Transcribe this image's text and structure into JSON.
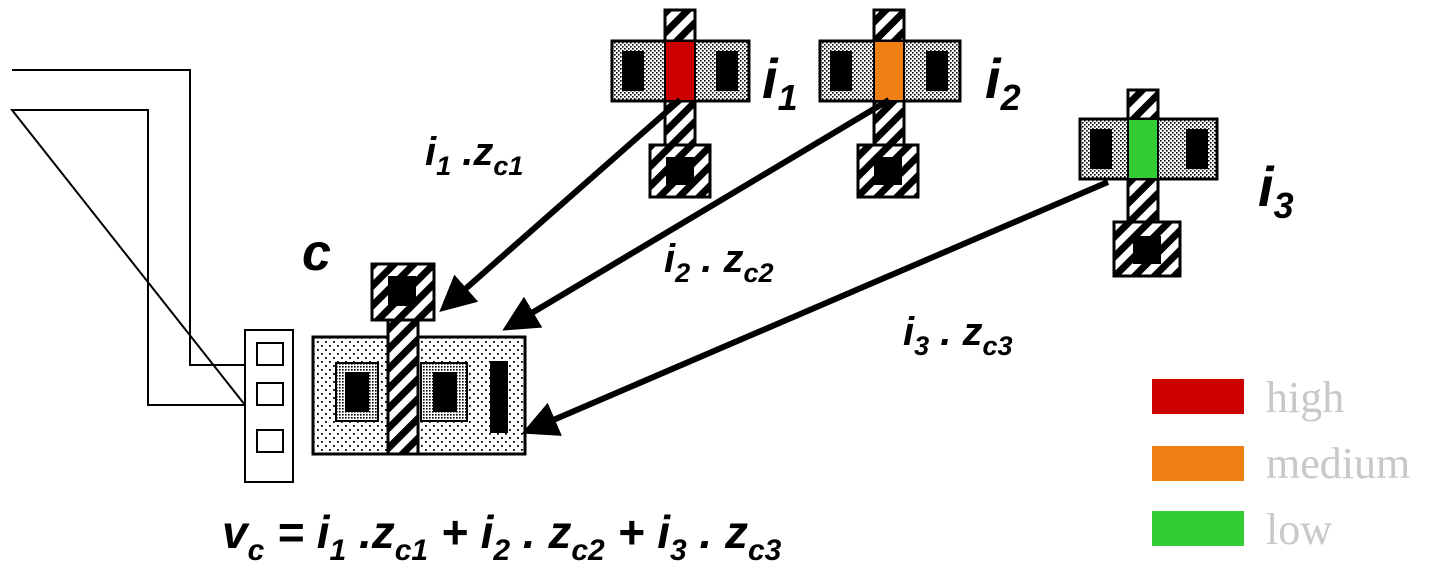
{
  "labels": {
    "i1": {
      "main": "i",
      "sub": "1"
    },
    "i2": {
      "main": "i",
      "sub": "2"
    },
    "i3": {
      "main": "i",
      "sub": "3"
    },
    "c": "c",
    "arrow1": {
      "i": "i",
      "isub": "1",
      "mid": " .",
      "z": "z",
      "zsub": "c1"
    },
    "arrow2": {
      "i": "i",
      "isub": "2",
      "mid": " . ",
      "z": "z",
      "zsub": "c2"
    },
    "arrow3": {
      "i": "i",
      "isub": "3",
      "mid": " . ",
      "z": "z",
      "zsub": "c3"
    }
  },
  "equation": {
    "v": "v",
    "vsub": "c",
    "eq": " = ",
    "t1i": "i",
    "t1isub": "1",
    "t1mid": " .",
    "t1z": "z",
    "t1zsub": "c1",
    "plus1": " + ",
    "t2i": "i",
    "t2isub": "2",
    "t2mid": " . ",
    "t2z": "z",
    "t2zsub": "c2",
    "plus2": " + ",
    "t3i": "i",
    "t3isub": "3",
    "t3mid": " . ",
    "t3z": "z",
    "t3zsub": "c3"
  },
  "legend": [
    {
      "label": "high",
      "color": "#cc0000"
    },
    {
      "label": "medium",
      "color": "#f07f14"
    },
    {
      "label": "low",
      "color": "#33cc33"
    }
  ],
  "colors": {
    "high": "#cc0000",
    "medium": "#f07f14",
    "low": "#33cc33"
  }
}
